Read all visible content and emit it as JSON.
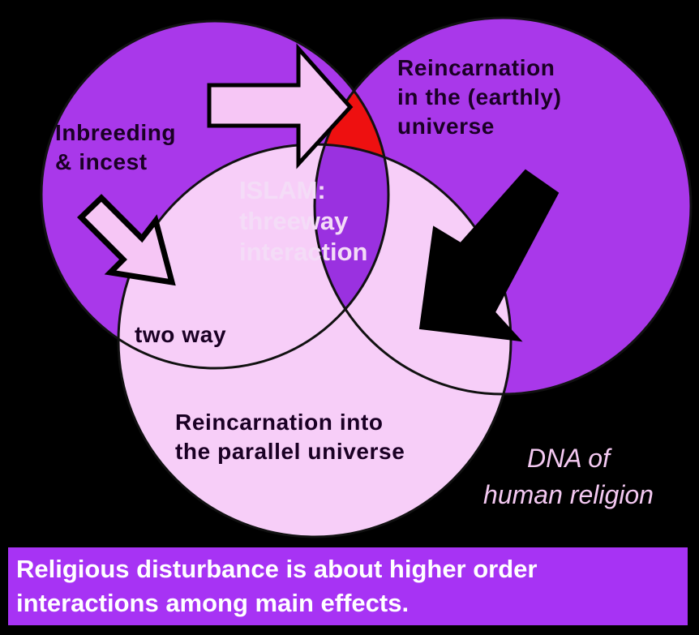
{
  "colors": {
    "background": "#000000",
    "circle_purple": "#a938ea",
    "circle_pink": "#f7cef8",
    "overlap_center": "#9a31e0",
    "overlap_red": "#ee1010",
    "arrow_fill": "#f6c6f5",
    "arrow_black": "#000000",
    "banner": "#a733f4"
  },
  "labels": {
    "inbreeding": [
      "Inbreeding",
      "& incest"
    ],
    "reincarnation_earthly": [
      "Reincarnation",
      "in the (earthly)",
      "universe"
    ],
    "islam": [
      "ISLAM:",
      "threeway",
      "interaction"
    ],
    "two_way": "two way",
    "reincarnation_parallel": [
      "Reincarnation into",
      "the parallel universe"
    ]
  },
  "caption": [
    "DNA  of",
    "human religion"
  ],
  "banner": [
    "Religious disturbance is about higher order",
    "interactions among main effects."
  ]
}
